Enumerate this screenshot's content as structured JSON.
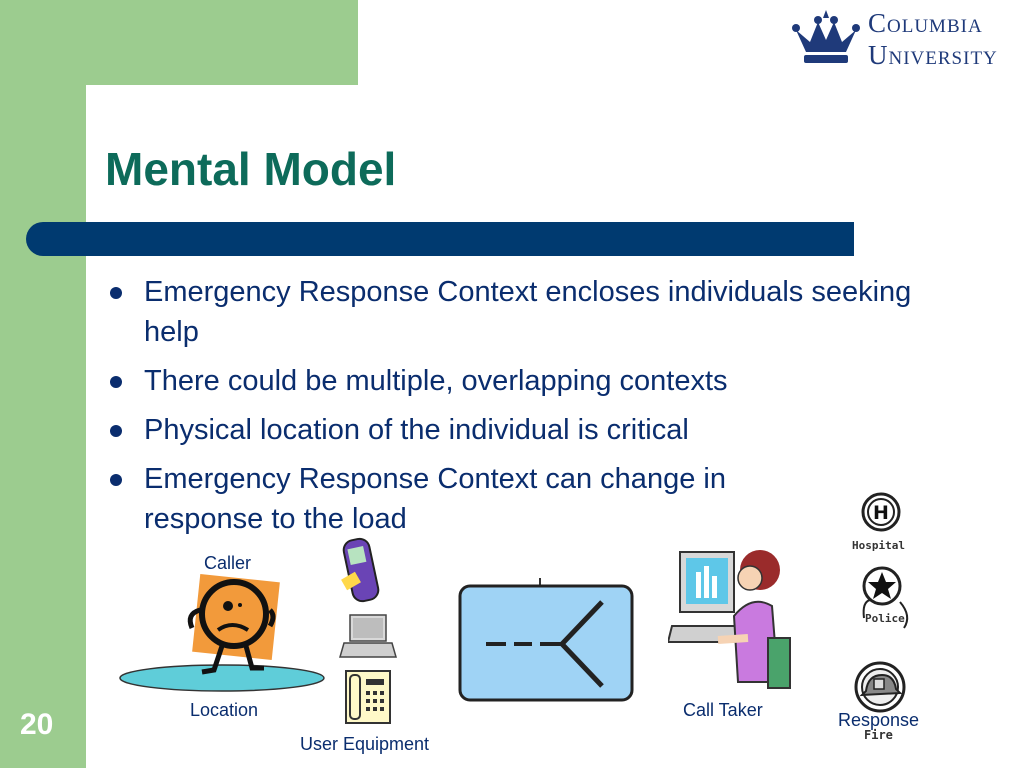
{
  "slide": {
    "title": "Mental Model",
    "page_number": "20"
  },
  "logo": {
    "line1": "Columbia",
    "line2": "University",
    "icon": "crown-icon"
  },
  "bullets": [
    "Emergency Response Context encloses individuals seeking help",
    "There could be multiple, overlapping contexts",
    "Physical location of the individual is critical",
    "Emergency Response Context can change in response to the load"
  ],
  "diagram": {
    "caller_label": "Caller",
    "location_label": "Location",
    "user_equipment_label": "User Equipment",
    "call_taker_label": "Call Taker",
    "response_label": "Response",
    "signs": {
      "hospital": "Hospital",
      "hospital_mark": "H",
      "police": "Police",
      "fire": "Fire"
    }
  },
  "colors": {
    "green_panel": "#9ccc8f",
    "title": "#0d6b5a",
    "title_bar": "#003a70",
    "text": "#0a2d6e",
    "logo": "#1f3a7a"
  }
}
